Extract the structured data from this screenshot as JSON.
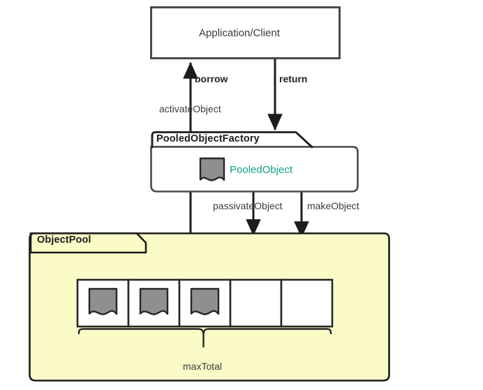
{
  "diagram": {
    "title": "Object Pool Pattern Diagram",
    "colors": {
      "background": "#ffffff",
      "box_stroke": "#4a4a4a",
      "frame_stroke": "#1c1c1c",
      "pool_fill": "#fbfbc8",
      "object_fill": "#8f8f8f",
      "object_stroke": "#262626",
      "arrow": "#1c1c1c",
      "text": "#3b3b3b",
      "accent_teal": "#10a187"
    },
    "nodes": {
      "client": {
        "label": "Application/Client"
      },
      "factory": {
        "frame_label": "PooledObjectFactory",
        "object_label": "PooledObject",
        "object_icon": "pooled-object-icon"
      },
      "pool": {
        "frame_label": "ObjectPool",
        "brace_label": "maxTotal",
        "slots": [
          {
            "index": 1,
            "occupied": true,
            "icon": "pooled-object-icon"
          },
          {
            "index": 2,
            "occupied": true,
            "icon": "pooled-object-icon"
          },
          {
            "index": 3,
            "occupied": true,
            "icon": "pooled-object-icon"
          },
          {
            "index": 4,
            "occupied": false,
            "icon": ""
          },
          {
            "index": 5,
            "occupied": false,
            "icon": ""
          }
        ],
        "slot_count": 5,
        "occupied_count": 3
      }
    },
    "edges": [
      {
        "id": "borrow",
        "label": "borrow",
        "bold": true,
        "direction": "up",
        "from": "factory",
        "to": "client"
      },
      {
        "id": "return",
        "label": "return",
        "bold": true,
        "direction": "down",
        "from": "client",
        "to": "factory"
      },
      {
        "id": "activateObject",
        "label": "activateObject",
        "bold": false,
        "direction": "up",
        "from": "pool",
        "to": "client"
      },
      {
        "id": "passivateObject",
        "label": "passivateObject",
        "bold": false,
        "direction": "down",
        "from": "factory",
        "to": "pool"
      },
      {
        "id": "makeObject",
        "label": "makeObject",
        "bold": false,
        "direction": "down",
        "from": "factory",
        "to": "pool"
      }
    ]
  }
}
